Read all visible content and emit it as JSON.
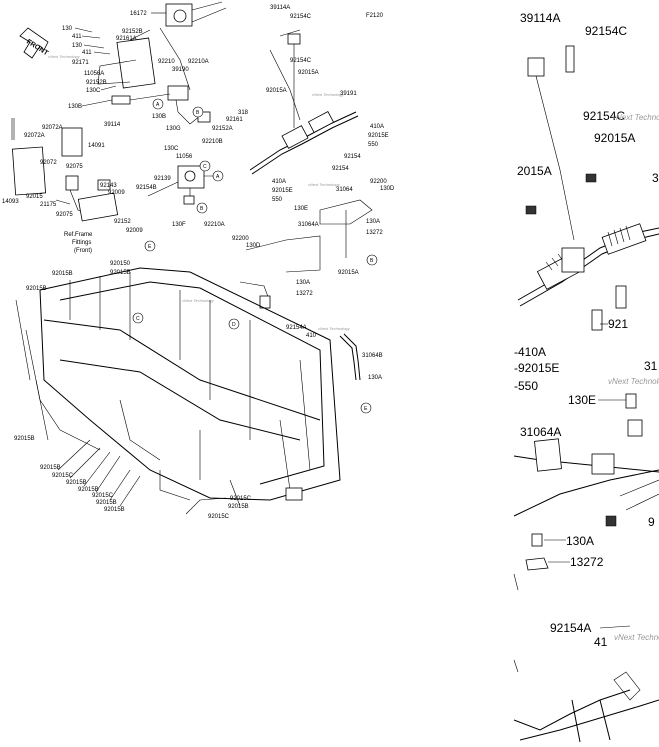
{
  "header": {
    "figure_code": "F2120",
    "front_marker": "FRONT"
  },
  "watermark": "vNext Technology",
  "ref_note": {
    "line1": "Ref.Frame",
    "line2": "Fittings",
    "line3": "(Front)"
  },
  "circle_refs": [
    "A",
    "B",
    "C",
    "D",
    "E"
  ],
  "left_labels": {
    "l16172": "16172",
    "l130a": "130",
    "l411a": "411",
    "l130b": "130",
    "l411b": "411",
    "l92152b": "92152B",
    "l92161a": "92161A",
    "l92171": "92171",
    "l11056a": "11056A",
    "l92152b2": "92152B",
    "l130c": "130C",
    "l130b2": "130B",
    "l39114": "39114",
    "l130b3": "130B",
    "l92210": "92210",
    "l92210a": "92210A",
    "l39190": "39190",
    "l130g": "130G",
    "l318": "318",
    "l92161": "92161",
    "l92152a": "92152A",
    "l92210b": "92210B",
    "l130c2": "130C",
    "l11056": "11056",
    "l92139": "92139",
    "l92154b": "92154B",
    "l130f": "130F",
    "l92210a2": "92210A",
    "l92072a": "92072A",
    "l92072a2": "92072A",
    "l14091": "14091",
    "l92072": "92072",
    "l92075": "92075",
    "l14093": "14093",
    "l92015": "92015",
    "l21175": "21175",
    "l92075b": "92075",
    "l92143": "92143",
    "l92009": "92009",
    "l92152": "92152",
    "l92009b": "92009",
    "l92015b": "92015B",
    "l92015b2": "92015B",
    "l92015b3": "92015B",
    "l920150": "920150",
    "l92015b4": "92015B",
    "l92015b5": "92015B",
    "l92015c": "92015C",
    "l92015b6": "92015B",
    "l92015b7": "92015B",
    "l92015c2": "92015C",
    "l92015b8": "92015B",
    "l92015b9": "92015B",
    "l92015c3": "92015C",
    "l92015b10": "92015B",
    "l92015c4": "92015C",
    "l39114a": "39114A",
    "l92154c": "92154C",
    "l92154c2": "92154C",
    "l92015a": "92015A",
    "l92015a2": "92015A",
    "l39191": "39191",
    "l410a": "410A",
    "l92015e": "92015E",
    "l550": "550",
    "l92154": "92154",
    "l92154b2": "92154",
    "l410a2": "410A",
    "l92015e2": "92015E",
    "l550b": "550",
    "l31064": "31064",
    "l92200": "92200",
    "l130d": "130D",
    "l130e": "130E",
    "l130a2": "130A",
    "l13272": "13272",
    "l31064a": "31064A",
    "l92200b": "92200",
    "l130d2": "130D",
    "l92015a3": "92015A",
    "l130a3": "130A",
    "l13272b": "13272",
    "l92154a": "92154A",
    "l410": "410",
    "l31064b": "31064B",
    "l130a4": "130A"
  },
  "right_labels": {
    "r39114a": "39114A",
    "r92154c": "92154C",
    "r92154c2": "92154C",
    "r92015a": "92015A",
    "r2015a": "2015A",
    "r3": "3",
    "r921": "921",
    "r410a": "-410A",
    "r92015e": "-92015E",
    "r550": "-550",
    "r31": "31",
    "r130e": "130E",
    "r31064a": "31064A",
    "r9": "9",
    "r130a": "130A",
    "r13272": "13272",
    "r92154a": "92154A",
    "r41": "41"
  }
}
